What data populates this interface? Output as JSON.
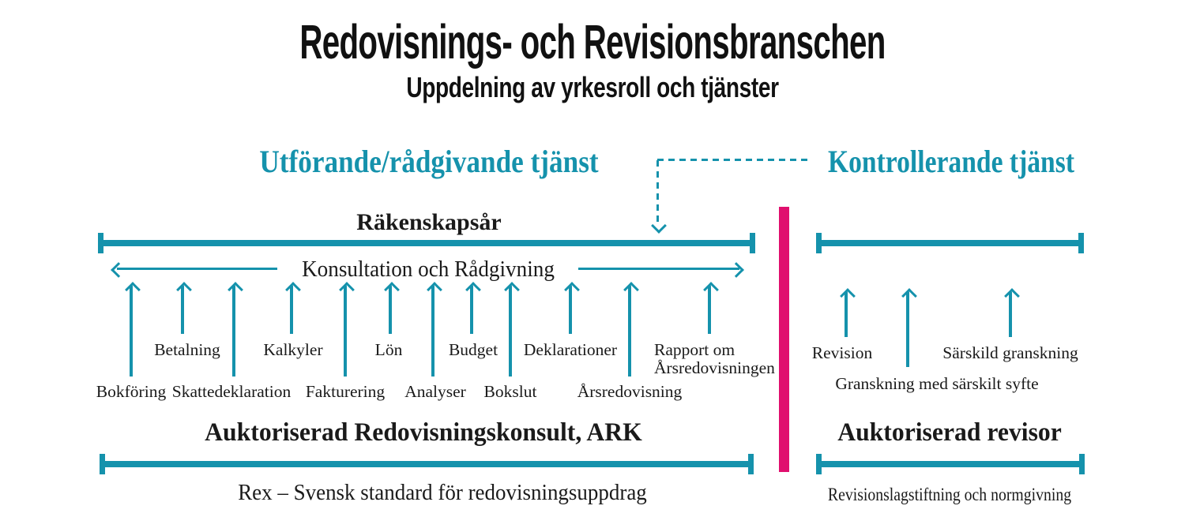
{
  "title": "Redovisnings- och Revisionsbranschen",
  "subtitle": "Uppdelning av yrkesroll och tjänster",
  "colors": {
    "accent_teal": "#1592AC",
    "divider_pink": "#E00F6E",
    "text_black": "#1A1A1A"
  },
  "left": {
    "header": "Utförande/rådgivande tjänst",
    "timeline_label": "Räkenskapsår",
    "consulting_label": "Konsultation och Rådgivning",
    "services": [
      "Bokföring",
      "Betalning",
      "Skattedeklaration",
      "Kalkyler",
      "Fakturering",
      "Lön",
      "Analyser",
      "Budget",
      "Bokslut",
      "Deklarationer",
      "Årsredovisning",
      "Rapport om\nÅrsredovisningen"
    ],
    "role_title": "Auktoriserad Redovisningskonsult, ARK",
    "framework": "Rex – Svensk standard för redovisningsuppdrag"
  },
  "right": {
    "header": "Kontrollerande tjänst",
    "services": [
      "Revision",
      "Granskning med särskilt syfte",
      "Särskild granskning"
    ],
    "role_title": "Auktoriserad revisor",
    "framework": "Revisionslagstiftning och normgivning"
  }
}
